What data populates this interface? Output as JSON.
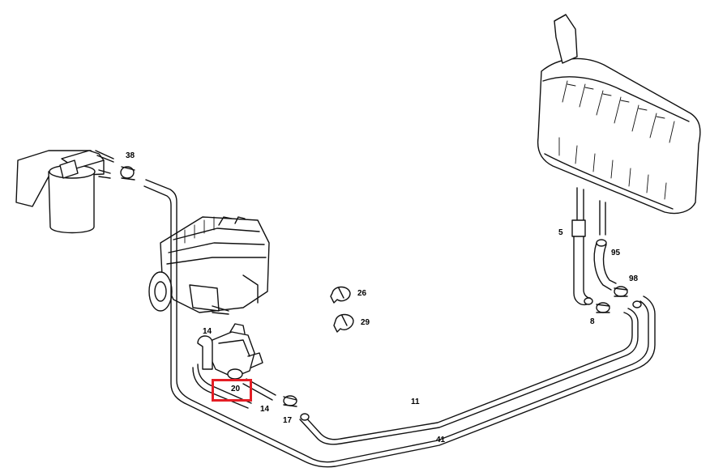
{
  "diagram": {
    "part_numbers": {
      "p38": "38",
      "p26": "26",
      "p29": "29",
      "p5": "5",
      "p95": "95",
      "p98": "98",
      "p8": "8",
      "p14a": "14",
      "p20": "20",
      "p14b": "14",
      "p17": "17",
      "p11": "11",
      "p41": "41"
    },
    "highlighted_part": "20",
    "highlight_color": "#e41e25"
  }
}
